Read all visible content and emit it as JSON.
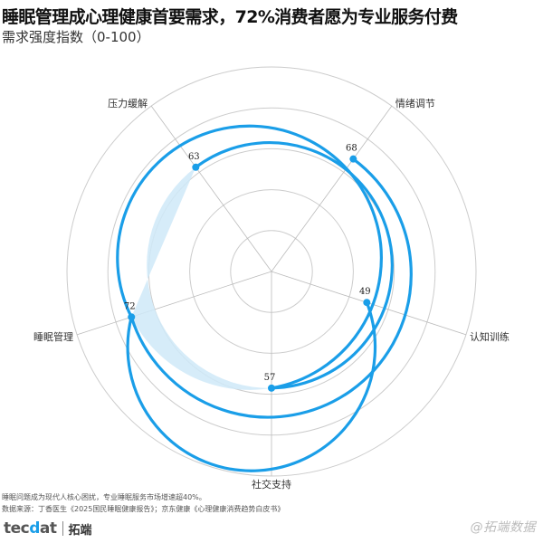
{
  "header": {
    "title": "睡眠管理成心理健康首要需求，72%消费者愿为专业服务付费",
    "subtitle": "需求强度指数（0-100）"
  },
  "chart_data": {
    "type": "radar",
    "title": "睡眠管理成心理健康首要需求，72%消费者愿为专业服务付费",
    "subtitle": "需求强度指数（0-100）",
    "rlim": [
      0,
      100
    ],
    "grid": true,
    "categories": [
      "情绪调节",
      "认知训练",
      "社交支持",
      "睡眠管理",
      "压力缓解"
    ],
    "values": [
      68,
      49,
      57,
      72,
      63
    ],
    "value_labels": [
      "68",
      "49",
      "57",
      "72",
      "63"
    ],
    "colors": {
      "series": "#1a9ee8",
      "fill": "#cfe9f8",
      "grid": "#cccccc",
      "axis": "#bbbbbb"
    }
  },
  "footer": {
    "note": "睡眠问题成为现代人核心困扰，专业睡眠服务市场增速超40%。",
    "source": "数据来源：丁香医生《2025国民睡眠健康报告》；京东健康《心理健康消费趋势白皮书》",
    "logo_en_pre": "tec",
    "logo_en_oo": "d",
    "logo_en_post": "at",
    "logo_cn": "拓端",
    "watermark": "@拓端数据"
  }
}
